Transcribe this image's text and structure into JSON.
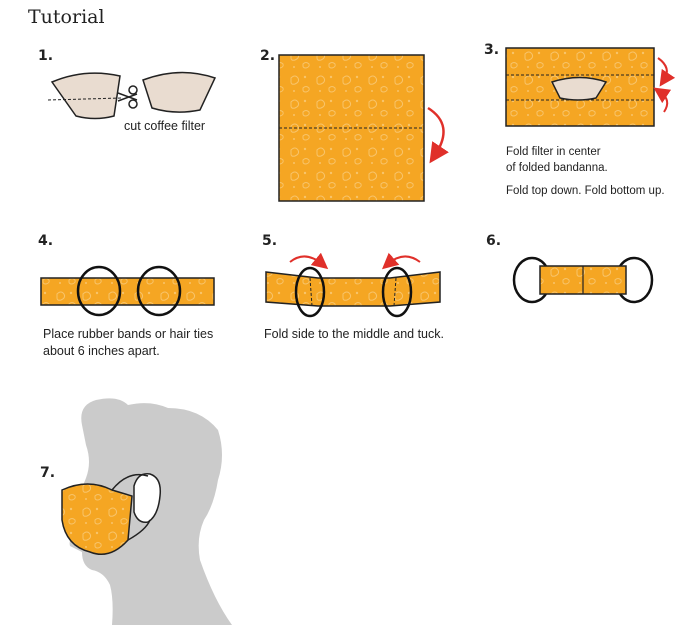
{
  "title": "Tutorial",
  "steps": [
    {
      "number": "1.",
      "caption": "cut coffee filter"
    },
    {
      "number": "2."
    },
    {
      "number": "3.",
      "caption_lines": [
        "Fold filter in center",
        "of folded bandanna.",
        "Fold top down. Fold bottom up."
      ]
    },
    {
      "number": "4.",
      "caption_lines": [
        "Place rubber bands or hair ties",
        "about 6 inches apart."
      ]
    },
    {
      "number": "5.",
      "caption": "Fold side to the middle and tuck."
    },
    {
      "number": "6."
    },
    {
      "number": "7."
    }
  ],
  "colors": {
    "fabric": "#F5A623",
    "fabric_edge": "#222222",
    "arrow": "#E0302A",
    "filter": "#E9DCD0",
    "silhouette": "#CBCBCB"
  }
}
